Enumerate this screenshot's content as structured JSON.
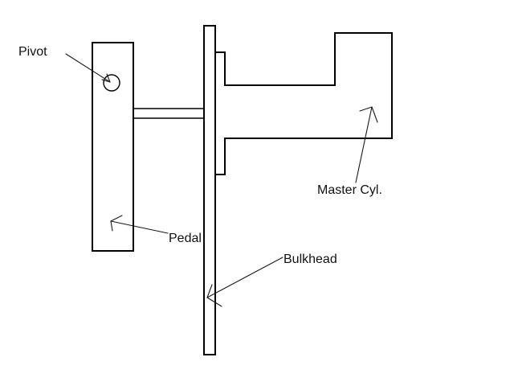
{
  "diagram": {
    "background_color": "#ffffff",
    "line_color": "#000000",
    "text_color": "#111111",
    "labels": {
      "pivot": "Pivot",
      "pedal": "Pedal",
      "bulkhead": "Bulkhead",
      "master_cyl": "Master Cyl."
    }
  }
}
